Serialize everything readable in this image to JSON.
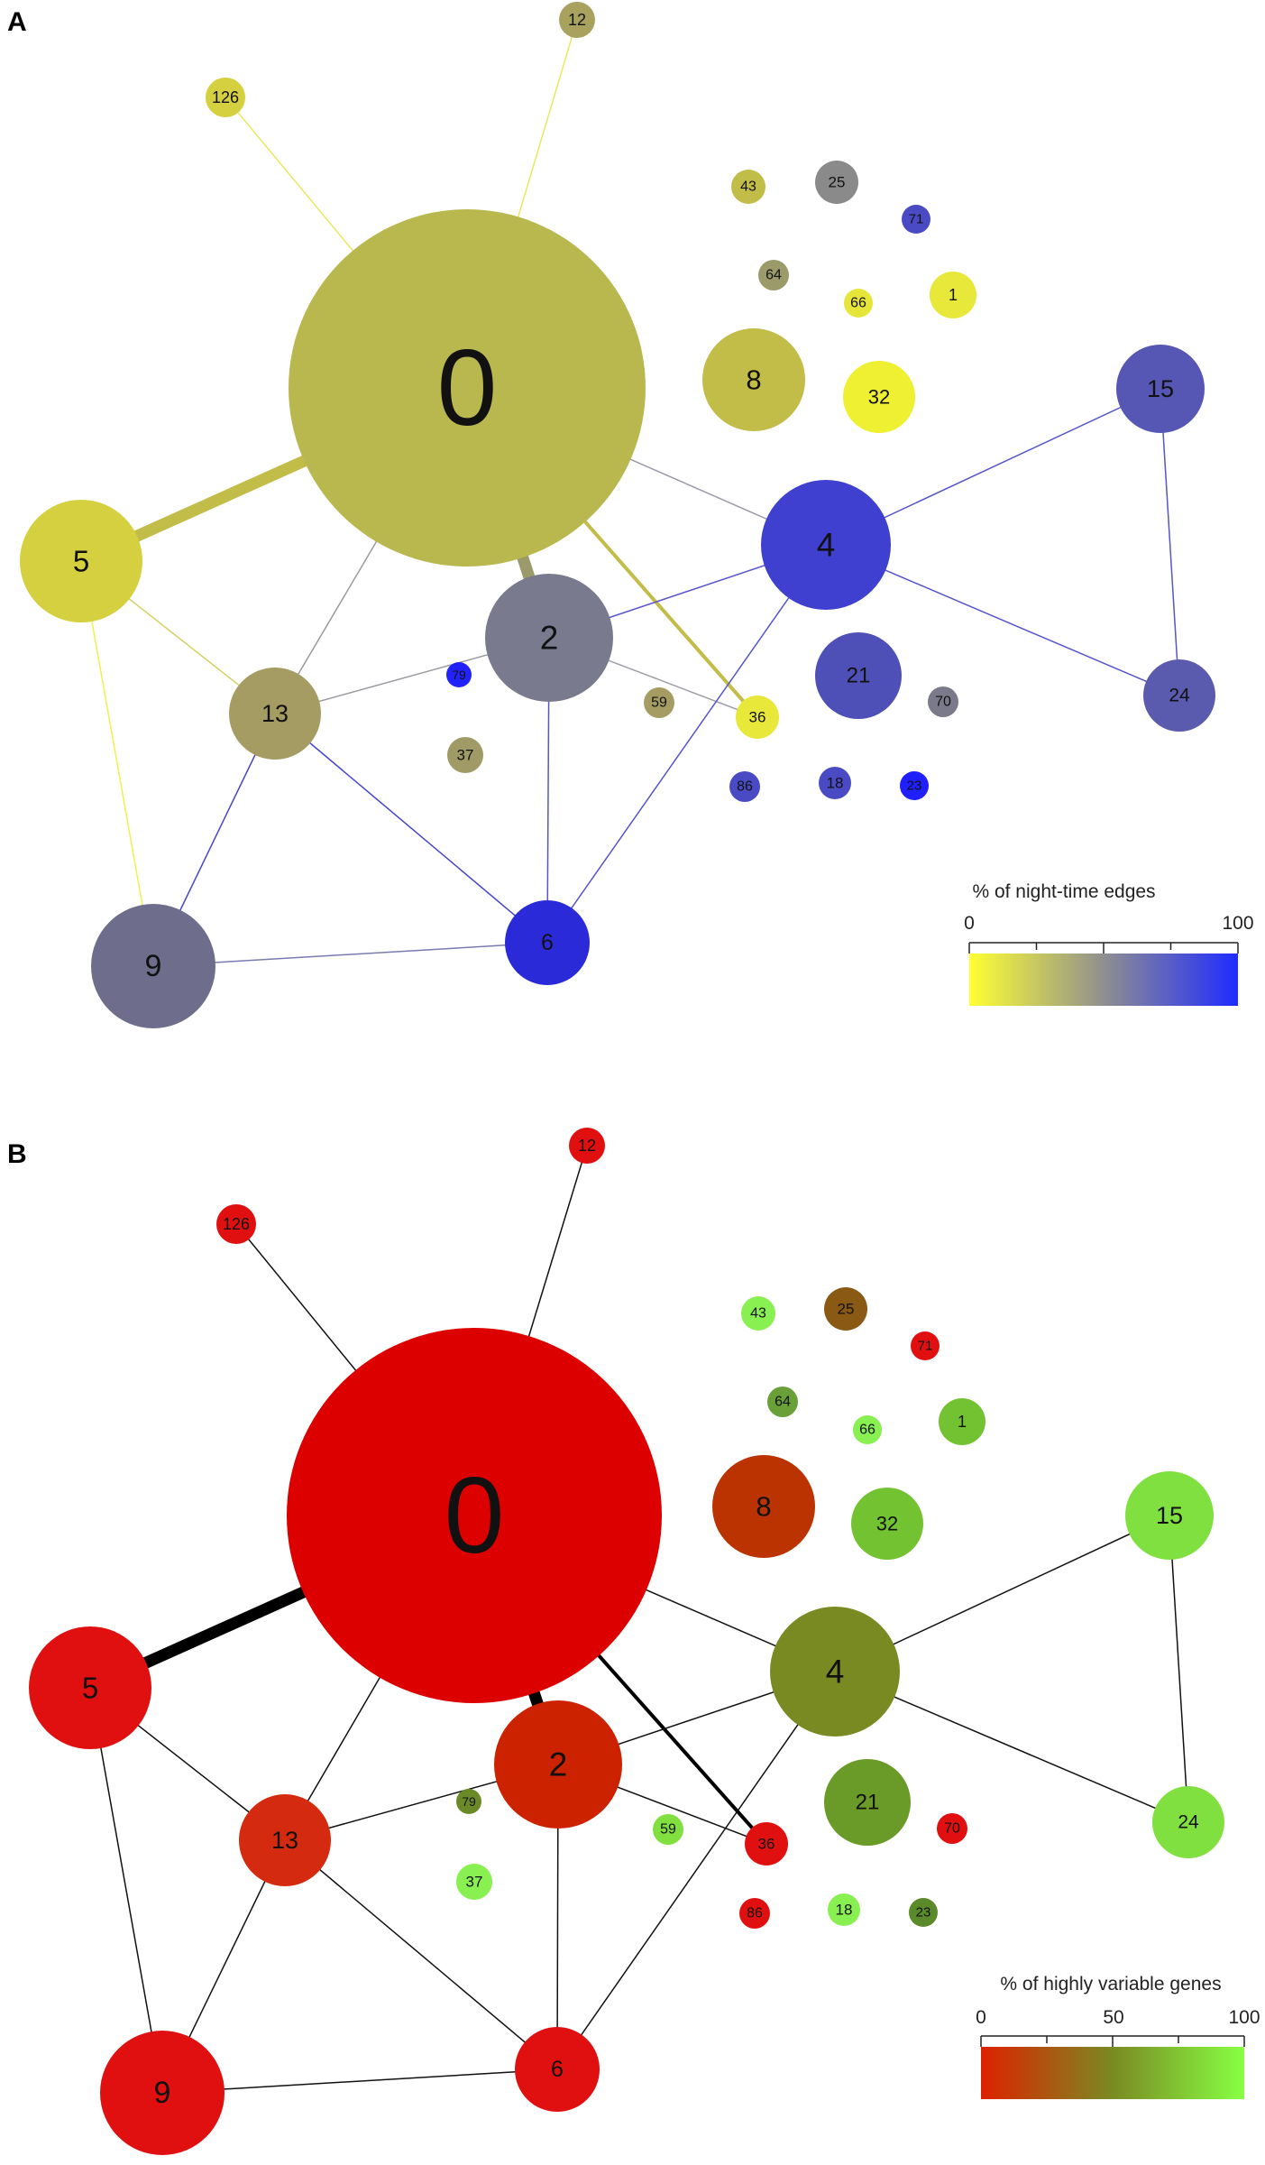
{
  "panels": [
    {
      "label": "A",
      "legend": {
        "title": "% of night-time edges",
        "min_label": "0",
        "max_label": "100",
        "mid_label": "",
        "gradient": [
          "#ffff33",
          "#8f8f8f",
          "#1f2bff"
        ]
      },
      "nodes": [
        {
          "id": "0",
          "color": "#b8b84f"
        },
        {
          "id": "12",
          "color": "#a9a25f"
        },
        {
          "id": "126",
          "color": "#d4d03f"
        },
        {
          "id": "43",
          "color": "#c2bc49"
        },
        {
          "id": "25",
          "color": "#8a8a8a"
        },
        {
          "id": "71",
          "color": "#4a4ac4"
        },
        {
          "id": "64",
          "color": "#9a9a6a"
        },
        {
          "id": "66",
          "color": "#e6e63a"
        },
        {
          "id": "1",
          "color": "#e8e83a"
        },
        {
          "id": "8",
          "color": "#c2bc49"
        },
        {
          "id": "32",
          "color": "#f0f032"
        },
        {
          "id": "15",
          "color": "#5656b4"
        },
        {
          "id": "5",
          "color": "#d4d03f"
        },
        {
          "id": "4",
          "color": "#3f3fd0"
        },
        {
          "id": "2",
          "color": "#7a7a8e"
        },
        {
          "id": "79",
          "color": "#2222ff"
        },
        {
          "id": "13",
          "color": "#a49c62"
        },
        {
          "id": "59",
          "color": "#a49c62"
        },
        {
          "id": "36",
          "color": "#e8e83a"
        },
        {
          "id": "21",
          "color": "#4f4fb8"
        },
        {
          "id": "70",
          "color": "#7a7a8a"
        },
        {
          "id": "24",
          "color": "#5a5aae"
        },
        {
          "id": "37",
          "color": "#a09a66"
        },
        {
          "id": "86",
          "color": "#4a4ac4"
        },
        {
          "id": "18",
          "color": "#4a4ac4"
        },
        {
          "id": "23",
          "color": "#1f1fff"
        },
        {
          "id": "9",
          "color": "#6e6e8c"
        },
        {
          "id": "6",
          "color": "#2a2ad8"
        }
      ],
      "edges": [
        {
          "from": "0",
          "to": "12",
          "color": "#e8e860"
        },
        {
          "from": "0",
          "to": "126",
          "color": "#e8e860"
        },
        {
          "from": "0",
          "to": "5",
          "color": "#c2bc49"
        },
        {
          "from": "0",
          "to": "2",
          "color": "#9a9a6a"
        },
        {
          "from": "0",
          "to": "4",
          "color": "#9a9aa8"
        },
        {
          "from": "0",
          "to": "13",
          "color": "#9a9aa0"
        },
        {
          "from": "0",
          "to": "36",
          "color": "#c2bc49"
        },
        {
          "from": "5",
          "to": "13",
          "color": "#d4d060"
        },
        {
          "from": "5",
          "to": "9",
          "color": "#f0f050"
        },
        {
          "from": "13",
          "to": "2",
          "color": "#9a9aa0"
        },
        {
          "from": "13",
          "to": "9",
          "color": "#4444cc"
        },
        {
          "from": "13",
          "to": "6",
          "color": "#4444cc"
        },
        {
          "from": "2",
          "to": "4",
          "color": "#5555cc"
        },
        {
          "from": "2",
          "to": "6",
          "color": "#5555cc"
        },
        {
          "from": "2",
          "to": "36",
          "color": "#a0a0a8"
        },
        {
          "from": "4",
          "to": "6",
          "color": "#5555cc"
        },
        {
          "from": "4",
          "to": "15",
          "color": "#5555cc"
        },
        {
          "from": "4",
          "to": "24",
          "color": "#5555cc"
        },
        {
          "from": "15",
          "to": "24",
          "color": "#5555cc"
        },
        {
          "from": "9",
          "to": "6",
          "color": "#7a7ab0"
        }
      ]
    },
    {
      "label": "B",
      "legend": {
        "title": "% of highly variable genes",
        "min_label": "0",
        "mid_label": "50",
        "max_label": "100",
        "gradient": [
          "#dd2200",
          "#7a8a22",
          "#88ff44"
        ]
      },
      "nodes": [
        {
          "id": "0",
          "color": "#dd0000"
        },
        {
          "id": "12",
          "color": "#e01010"
        },
        {
          "id": "126",
          "color": "#e01010"
        },
        {
          "id": "43",
          "color": "#88f050"
        },
        {
          "id": "25",
          "color": "#8a5a14"
        },
        {
          "id": "71",
          "color": "#e01010"
        },
        {
          "id": "64",
          "color": "#6aa038"
        },
        {
          "id": "66",
          "color": "#88f050"
        },
        {
          "id": "1",
          "color": "#72c232"
        },
        {
          "id": "8",
          "color": "#bb3300"
        },
        {
          "id": "32",
          "color": "#72c232"
        },
        {
          "id": "15",
          "color": "#80e040"
        },
        {
          "id": "5",
          "color": "#e01010"
        },
        {
          "id": "4",
          "color": "#7a8a22"
        },
        {
          "id": "2",
          "color": "#cc2200"
        },
        {
          "id": "79",
          "color": "#6a8a28"
        },
        {
          "id": "13",
          "color": "#d42a10"
        },
        {
          "id": "59",
          "color": "#80e040"
        },
        {
          "id": "36",
          "color": "#e01010"
        },
        {
          "id": "21",
          "color": "#6a9a28"
        },
        {
          "id": "70",
          "color": "#e01010"
        },
        {
          "id": "24",
          "color": "#80e040"
        },
        {
          "id": "37",
          "color": "#88f050"
        },
        {
          "id": "86",
          "color": "#e01010"
        },
        {
          "id": "18",
          "color": "#88f050"
        },
        {
          "id": "23",
          "color": "#5a8a2a"
        },
        {
          "id": "9",
          "color": "#e01010"
        },
        {
          "id": "6",
          "color": "#e01010"
        }
      ],
      "edges": [
        {
          "from": "0",
          "to": "12",
          "color": "#111111"
        },
        {
          "from": "0",
          "to": "126",
          "color": "#111111"
        },
        {
          "from": "0",
          "to": "5",
          "color": "#000000"
        },
        {
          "from": "0",
          "to": "2",
          "color": "#000000"
        },
        {
          "from": "0",
          "to": "4",
          "color": "#111111"
        },
        {
          "from": "0",
          "to": "13",
          "color": "#111111"
        },
        {
          "from": "0",
          "to": "36",
          "color": "#000000"
        },
        {
          "from": "5",
          "to": "13",
          "color": "#111111"
        },
        {
          "from": "5",
          "to": "9",
          "color": "#111111"
        },
        {
          "from": "13",
          "to": "2",
          "color": "#111111"
        },
        {
          "from": "13",
          "to": "9",
          "color": "#111111"
        },
        {
          "from": "13",
          "to": "6",
          "color": "#111111"
        },
        {
          "from": "2",
          "to": "4",
          "color": "#111111"
        },
        {
          "from": "2",
          "to": "6",
          "color": "#111111"
        },
        {
          "from": "2",
          "to": "36",
          "color": "#111111"
        },
        {
          "from": "4",
          "to": "6",
          "color": "#111111"
        },
        {
          "from": "4",
          "to": "15",
          "color": "#111111"
        },
        {
          "from": "4",
          "to": "24",
          "color": "#111111"
        },
        {
          "from": "15",
          "to": "24",
          "color": "#111111"
        },
        {
          "from": "9",
          "to": "6",
          "color": "#111111"
        }
      ]
    }
  ]
}
